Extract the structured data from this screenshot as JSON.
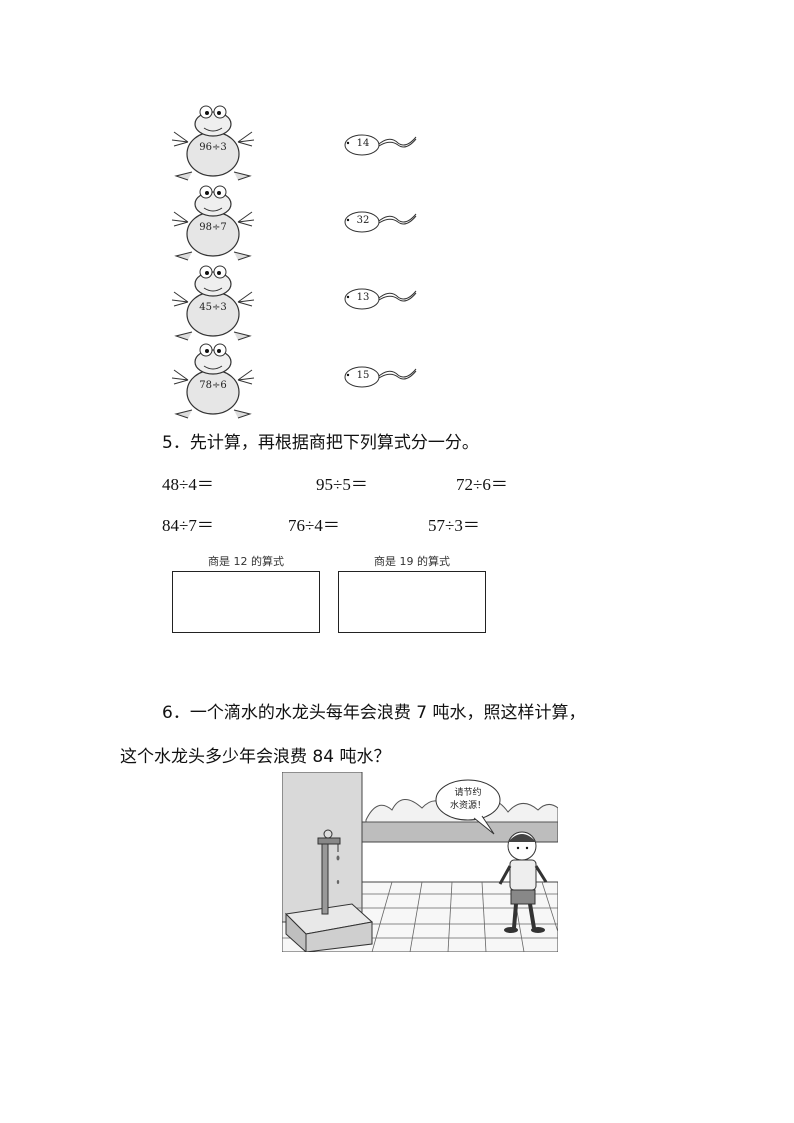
{
  "frogs": [
    {
      "expr": "96÷3"
    },
    {
      "expr": "98÷7"
    },
    {
      "expr": "45÷3"
    },
    {
      "expr": "78÷6"
    }
  ],
  "tadpoles": [
    {
      "value": "14"
    },
    {
      "value": "32"
    },
    {
      "value": "13"
    },
    {
      "value": "15"
    }
  ],
  "q5": {
    "title": "5．先计算，再根据商把下列算式分一分。",
    "row1": [
      "48÷4＝",
      "95÷5＝",
      "72÷6＝"
    ],
    "row2": [
      "84÷7＝",
      "76÷4＝",
      "57÷3＝"
    ],
    "box1_caption": "商是 12 的算式",
    "box2_caption": "商是 19 的算式"
  },
  "q6": {
    "line1": "6．一个滴水的水龙头每年会浪费 7 吨水，照这样计算，",
    "line2": "这个水龙头多少年会浪费 84 吨水？",
    "bubble_line1": "请节约",
    "bubble_line2": "水资源！"
  }
}
